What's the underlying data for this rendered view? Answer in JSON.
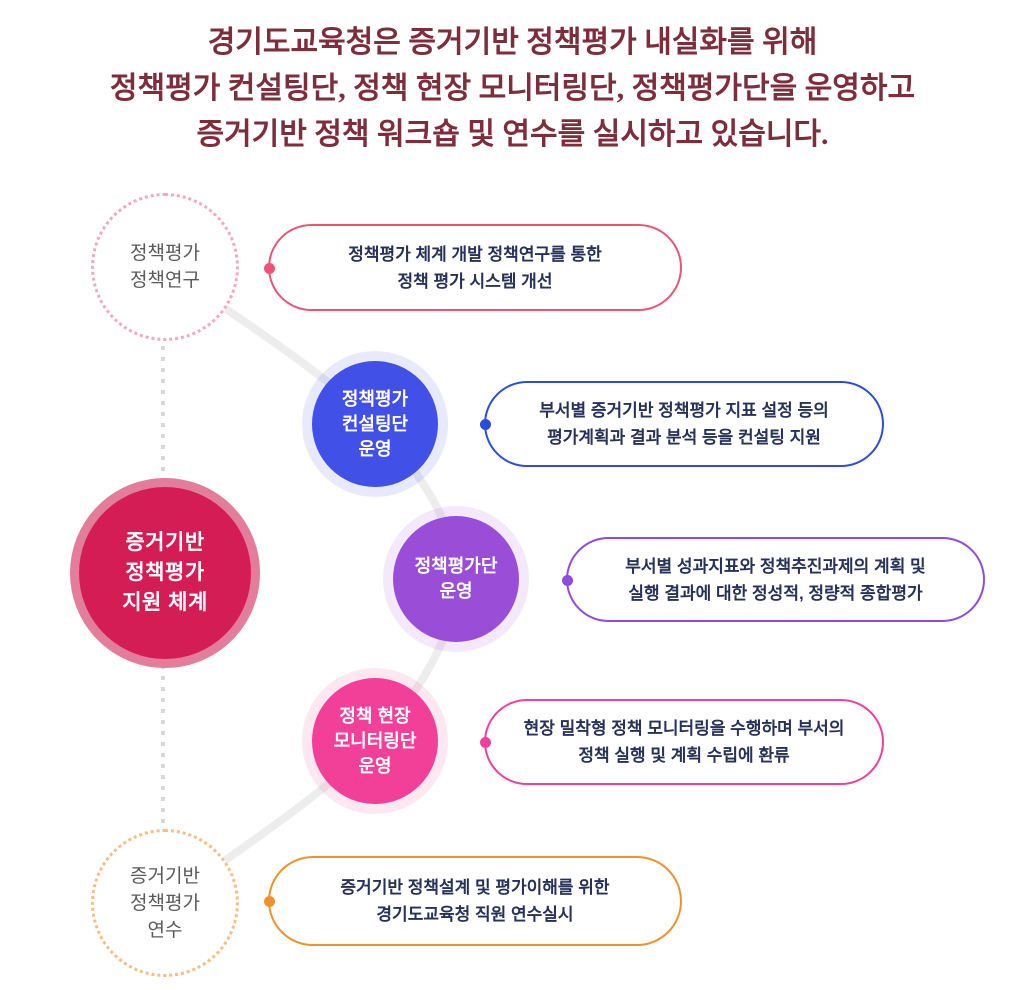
{
  "header": {
    "line1_pre": "경기도교육청은 ",
    "line1_bold": "증거기반 정책평가 내실화를",
    "line1_post": " 위해",
    "line2": "정책평가 컨설팅단, 정책 현장 모니터링단, 정책평가단을 운영하고",
    "line3": "증거기반 정책 워크숍 및 연수를 실시하고 있습니다.",
    "text_color": "#7e2d3d"
  },
  "center_node": {
    "label": "증거기반\n정책평가\n지원 체계",
    "fill_color": "#d51d55",
    "ring_color": "#e27d9b"
  },
  "nodes": {
    "research": {
      "circle_label": "정책평가\n정책연구",
      "pill_line1": "정책평가 체계 개발 정책연구를 통한",
      "pill_line2": "정책 평가 시스템 개선",
      "accent_color": "#ec5377"
    },
    "consulting": {
      "circle_label": "정책평가\n컨설팅단\n운영",
      "pill_line1": "부서별 증거기반 정책평가 지표 설정 등의",
      "pill_line2": "평가계획과 결과 분석 등을 컨설팅 지원",
      "circle_color": "#4150e6",
      "accent_color": "#2c4ce0"
    },
    "evaluation": {
      "circle_label": "정책평가단\n운영",
      "pill_line1": "부서별 성과지표와 정책추진과제의 계획 및",
      "pill_line2": "실행 결과에 대한 정성적, 정량적 종합평가",
      "circle_color": "#9a4ed8",
      "accent_color": "#8d4be2"
    },
    "monitoring": {
      "circle_label": "정책 현장\n모니터링단\n운영",
      "pill_line1": "현장 밀착형 정책 모니터링을 수행하며 부서의",
      "pill_line2": "정책 실행 및 계획 수립에 환류",
      "circle_color": "#f23f98",
      "accent_color": "#f0409a"
    },
    "training": {
      "circle_label": "증거기반\n정책평가\n연수",
      "pill_line1": "증거기반 정책설계 및 평가이해를 위한",
      "pill_line2": "경기도교육청 직원 연수실시",
      "accent_color": "#f0922c"
    }
  }
}
